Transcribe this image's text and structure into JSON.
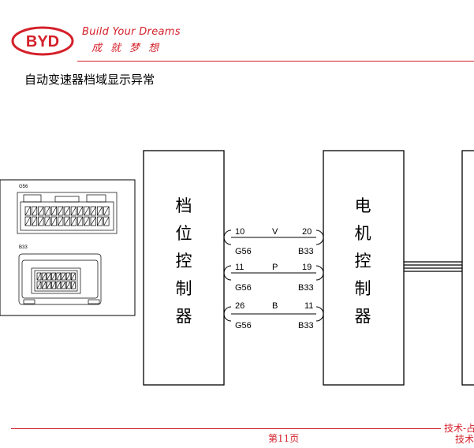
{
  "header": {
    "brand": "BYD",
    "slogan_en": "Build Your Dreams",
    "slogan_cn": "成就梦想"
  },
  "title": "自动变速器档域显示异常",
  "connector_panel": {
    "top_label": "G56",
    "bottom_label": "B33"
  },
  "left_box": {
    "label": [
      "档",
      "位",
      "控",
      "制",
      "器"
    ]
  },
  "right_box": {
    "label": [
      "电",
      "机",
      "控",
      "制",
      "器"
    ]
  },
  "wires": [
    {
      "left_pin": "10",
      "signal": "V",
      "right_pin": "20",
      "left_conn": "G56",
      "right_conn": "B33"
    },
    {
      "left_pin": "11",
      "signal": "P",
      "right_pin": "19",
      "left_conn": "G56",
      "right_conn": "B33"
    },
    {
      "left_pin": "26",
      "signal": "B",
      "right_pin": "11",
      "left_conn": "G56",
      "right_conn": "B33"
    }
  ],
  "footer": {
    "page": "第11页",
    "right_line1": "技术-占",
    "right_line2": "技术"
  },
  "colors": {
    "accent": "#d4202a"
  }
}
